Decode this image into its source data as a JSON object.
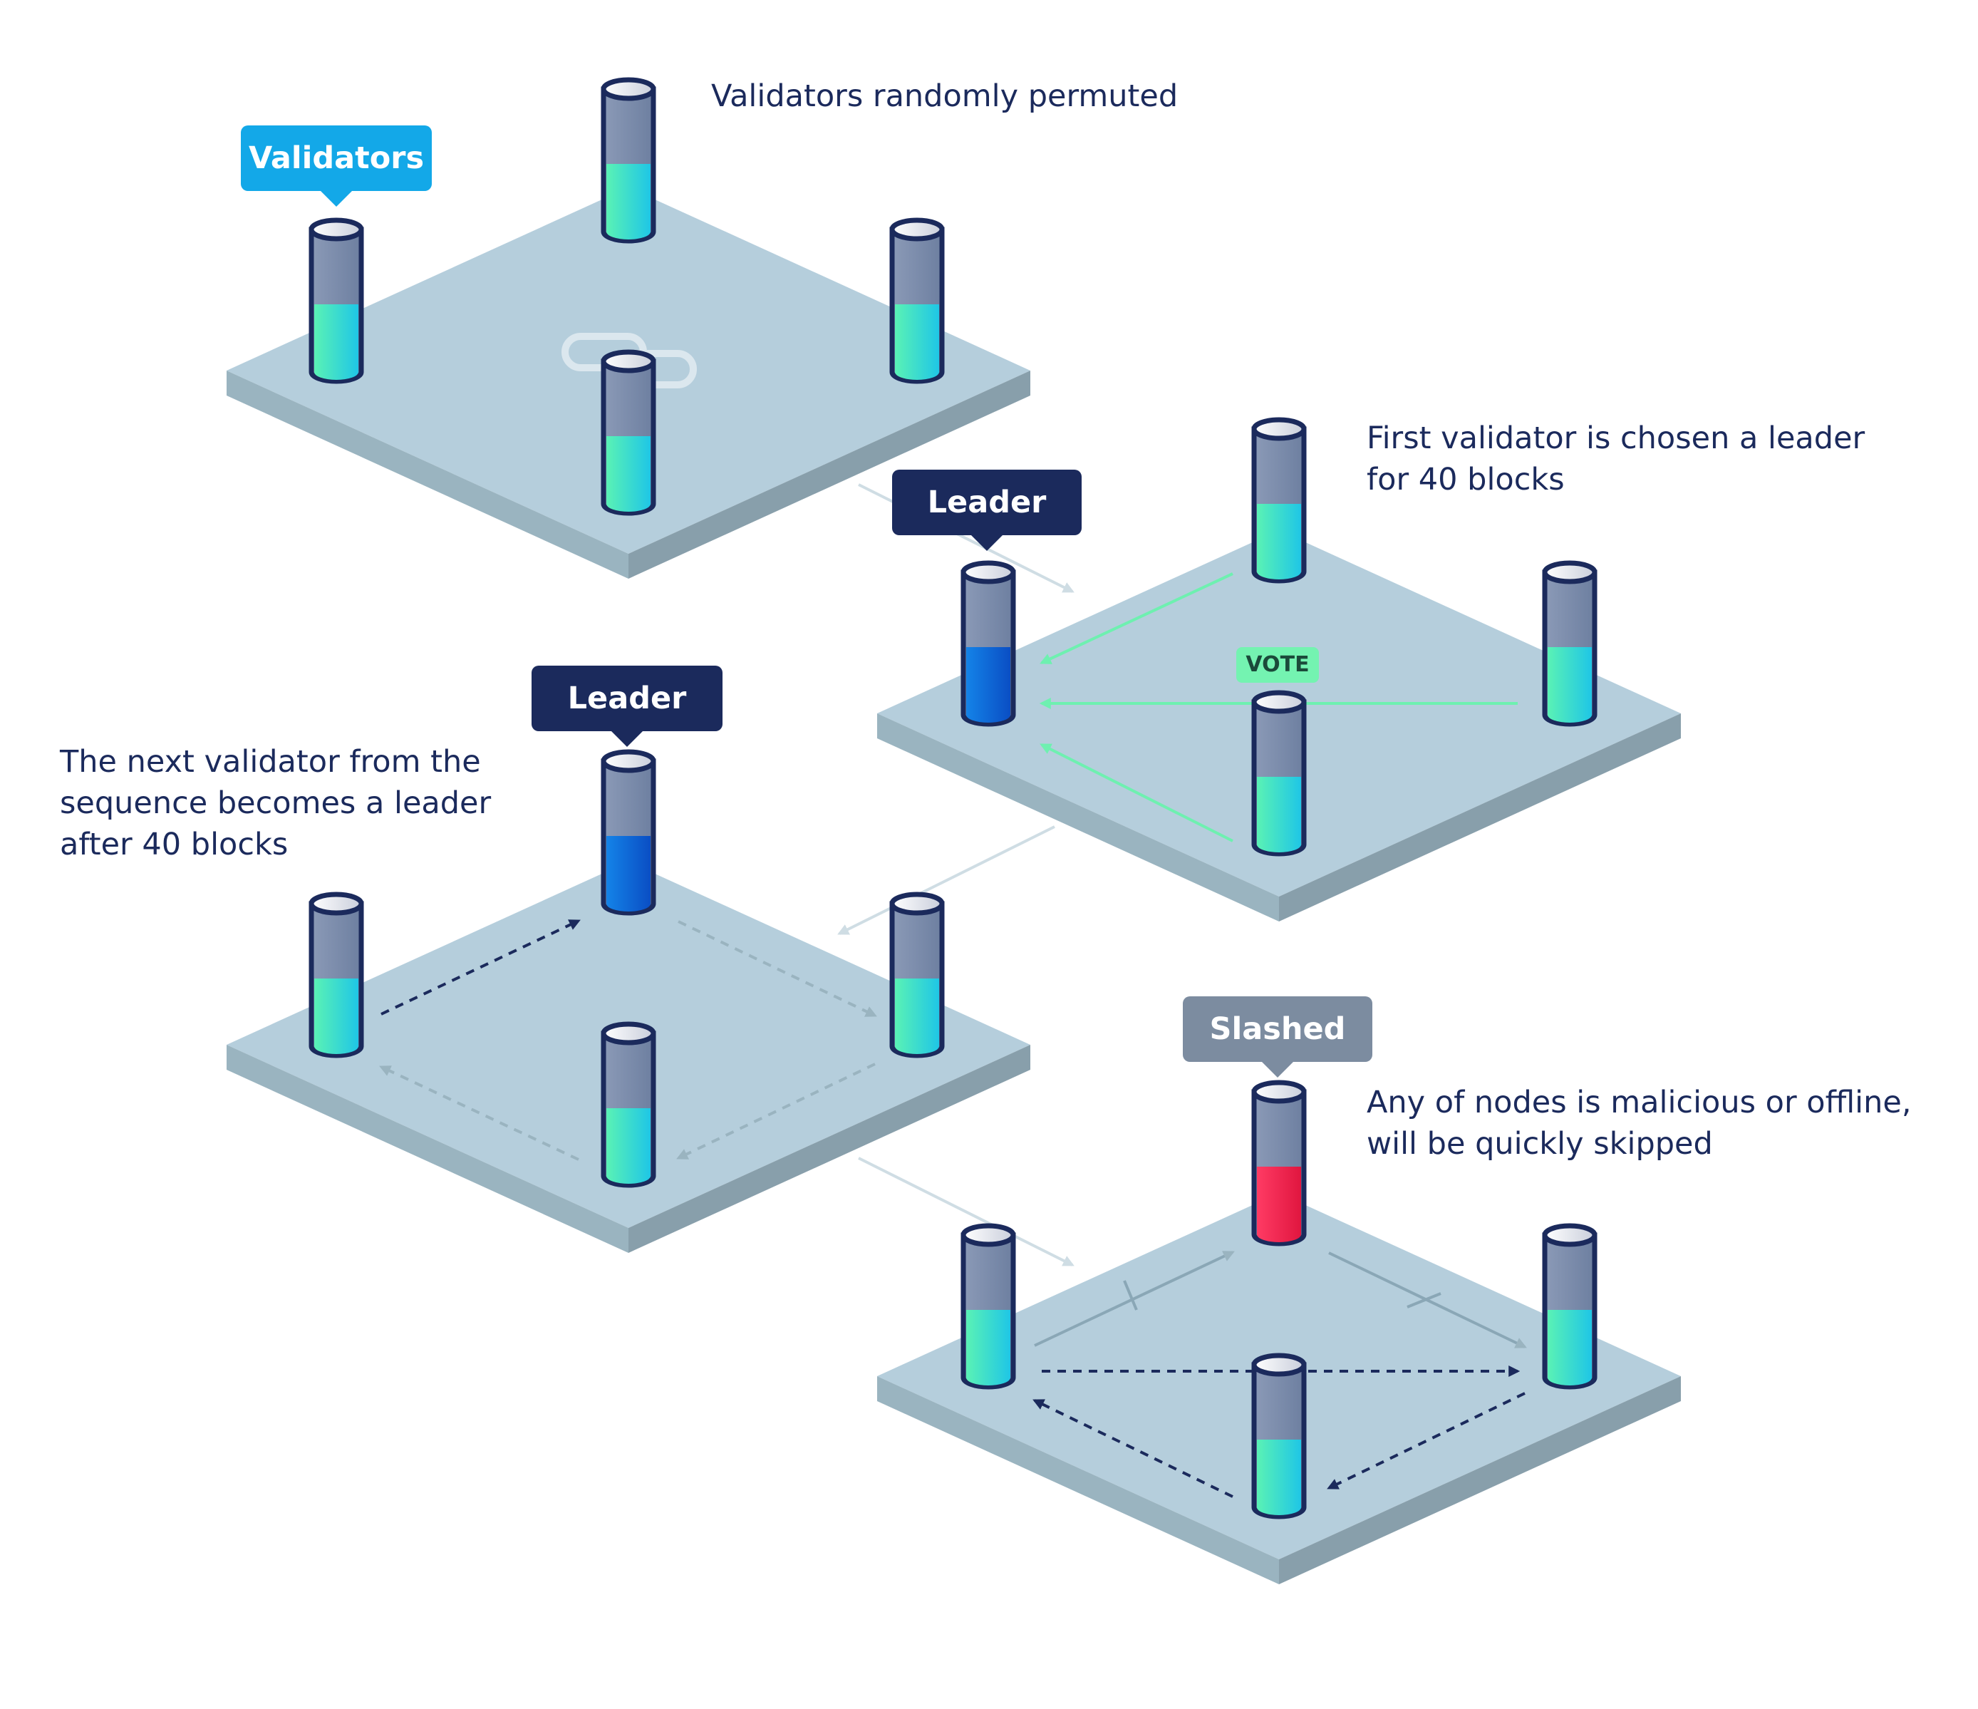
{
  "captions": {
    "permuted": "Validators randomly permuted",
    "leader_chosen": "First validator is chosen a leader\nfor 40 blocks",
    "next_leader": "The next validator from the\nsequence becomes a leader\nafter 40 blocks",
    "skipped": "Any of nodes is malicious or offline,\nwill be quickly skipped"
  },
  "labels": {
    "validators": "Validators",
    "leader_1": "Leader",
    "leader_2": "Leader",
    "slashed": "Slashed",
    "vote": "VOTE"
  },
  "colors": {
    "platform_top": "#b5cedc",
    "platform_side": "#9ab4c0",
    "outline": "#1b2a5c",
    "stake_normal": "#2fe8c6",
    "stake_leader": "#0a6fe0",
    "stake_slashed": "#f0284f",
    "vote_arrow": "#6ef0b0",
    "rotation_arrow": "#1b2a5c"
  }
}
